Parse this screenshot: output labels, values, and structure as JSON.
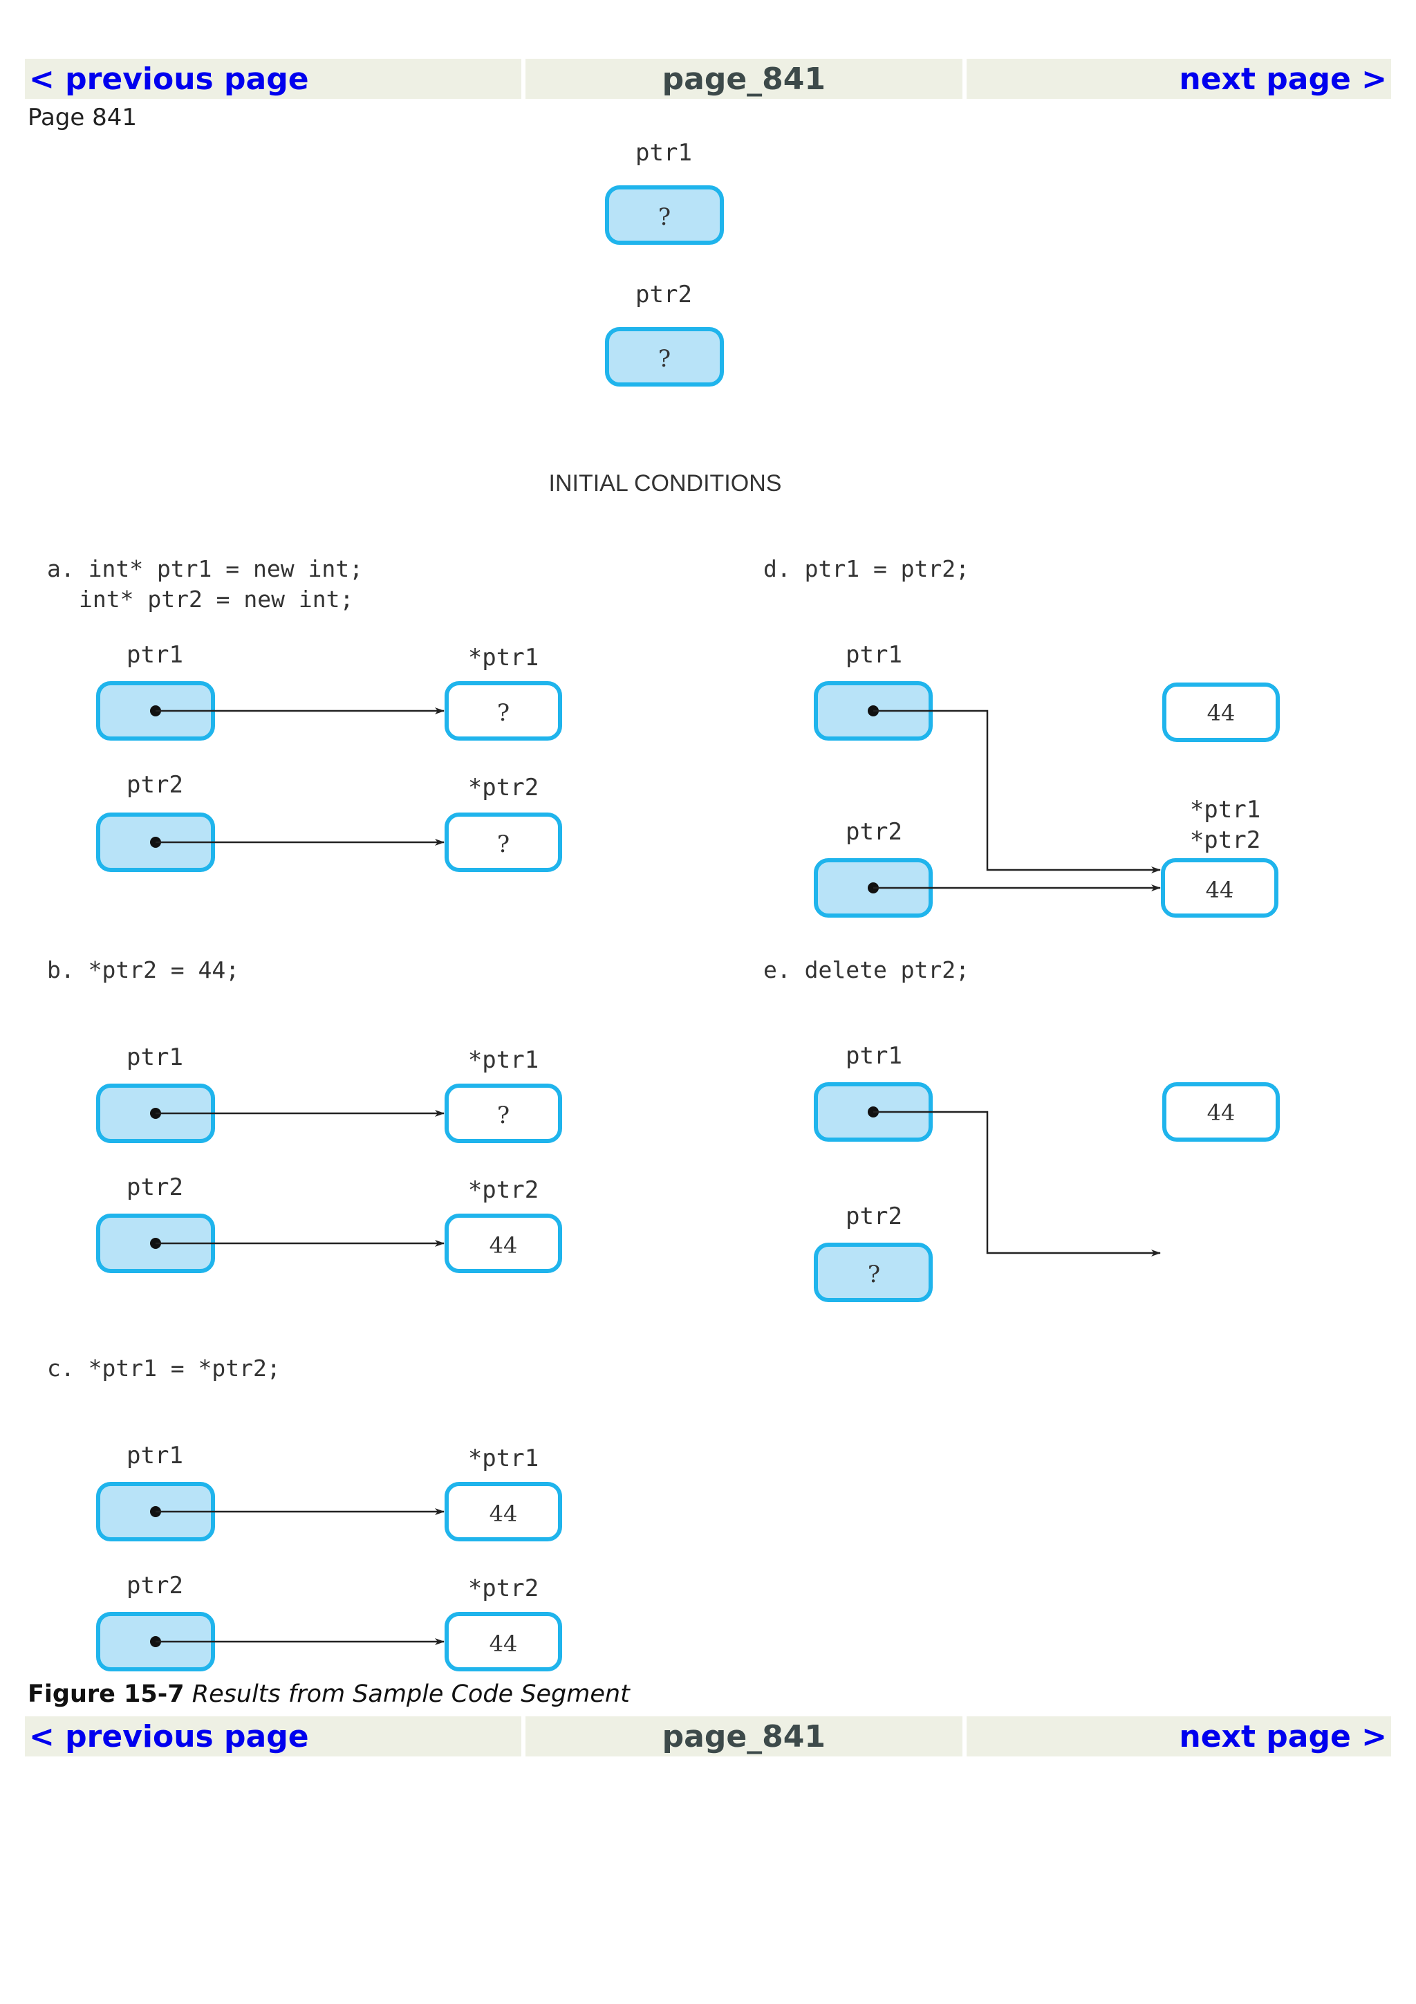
{
  "nav": {
    "prev_label": "< previous page",
    "page_id": "page_841",
    "next_label": "next page >"
  },
  "page_label": "Page 841",
  "figure": {
    "initial": {
      "ptr1": "ptr1",
      "ptr2": "ptr2",
      "value1": "?",
      "value2": "?",
      "title": "INITIAL CONDITIONS"
    },
    "panel_a": {
      "line1": "a. int* ptr1 = new int;",
      "line2": "int* ptr2 = new int;",
      "ptr1": "ptr1",
      "ptr2": "ptr2",
      "target1_label": "*ptr1",
      "target2_label": "*ptr2",
      "target1_value": "?",
      "target2_value": "?"
    },
    "panel_b": {
      "line1": "b. *ptr2 = 44;",
      "ptr1": "ptr1",
      "ptr2": "ptr2",
      "target1_label": "*ptr1",
      "target2_label": "*ptr2",
      "target1_value": "?",
      "target2_value": "44"
    },
    "panel_c": {
      "line1": "c. *ptr1 = *ptr2;",
      "ptr1": "ptr1",
      "ptr2": "ptr2",
      "target1_label": "*ptr1",
      "target2_label": "*ptr2",
      "target1_value": "44",
      "target2_value": "44"
    },
    "panel_d": {
      "line1": "d. ptr1 = ptr2;",
      "ptr1": "ptr1",
      "ptr2": "ptr2",
      "orphan_value": "44",
      "shared_label1": "*ptr1",
      "shared_label2": "*ptr2",
      "shared_value": "44"
    },
    "panel_e": {
      "line1": "e. delete ptr2;",
      "ptr1": "ptr1",
      "ptr2": "ptr2",
      "orphan_value": "44",
      "ptr2_value": "?"
    }
  },
  "caption": {
    "label": "Figure 15-7",
    "text": "Results from Sample Code Segment"
  },
  "colors": {
    "pointer_fill": "#b8e3f8",
    "pointer_stroke": "#1fb4ec",
    "value_fill": "#ffffff",
    "link": "#0000ee",
    "nav_bg": "#eef0e4"
  }
}
